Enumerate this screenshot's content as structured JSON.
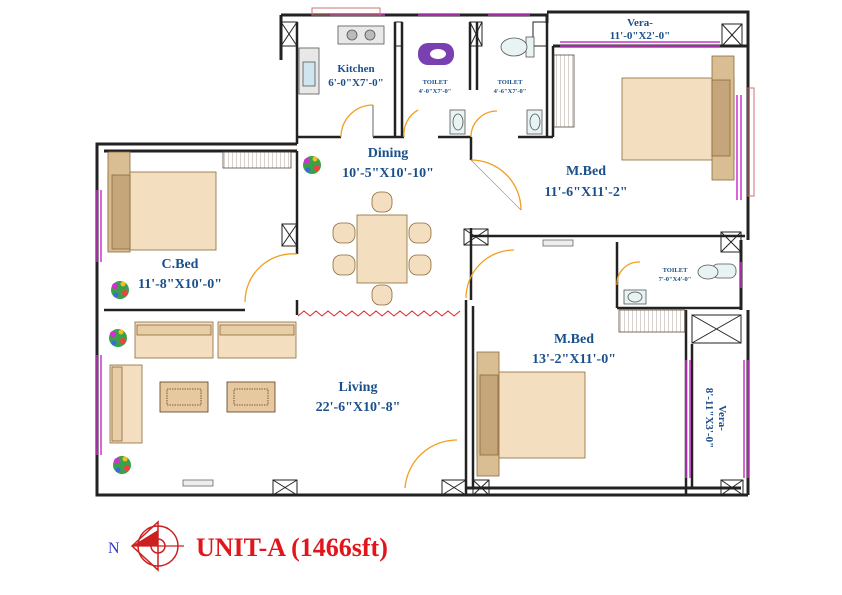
{
  "title": "UNIT-A (1466sft)",
  "north_label": "N",
  "rooms": {
    "kitchen": {
      "name": "Kitchen",
      "size": "6'-0\"X7'-0\""
    },
    "toilet1": {
      "name": "TOILET",
      "size": "4'-0\"X7'-0\""
    },
    "toilet2": {
      "name": "TOILET",
      "size": "4'-6\"X7'-0\""
    },
    "vera_top": {
      "name": "Vera-",
      "size": "11'-0\"X2'-0\""
    },
    "mbed_top": {
      "name": "M.Bed",
      "size": "11'-6\"X11'-2\""
    },
    "dining": {
      "name": "Dining",
      "size": "10'-5\"X10'-10\""
    },
    "cbed": {
      "name": "C.Bed",
      "size": "11'-8\"X10'-0\""
    },
    "toilet3": {
      "name": "TOILET",
      "size": "7'-0\"X4'-0\""
    },
    "mbed_bottom": {
      "name": "M.Bed",
      "size": "13'-2\"X11'-0\""
    },
    "living": {
      "name": "Living",
      "size": "22'-6\"X10'-8\""
    },
    "vera_right": {
      "name": "Vera-",
      "size": "8'-11\"X3'-0\""
    }
  },
  "colors": {
    "wall": "#222222",
    "window": "#cc33cc",
    "furniture_fill": "#f3dfbf",
    "furniture_stroke": "#8a6a3a",
    "label": "#1a4f8a",
    "title": "#e0161c",
    "north": "#3434c8",
    "door_arc": "#f0a020",
    "curtain": "#e02020"
  }
}
